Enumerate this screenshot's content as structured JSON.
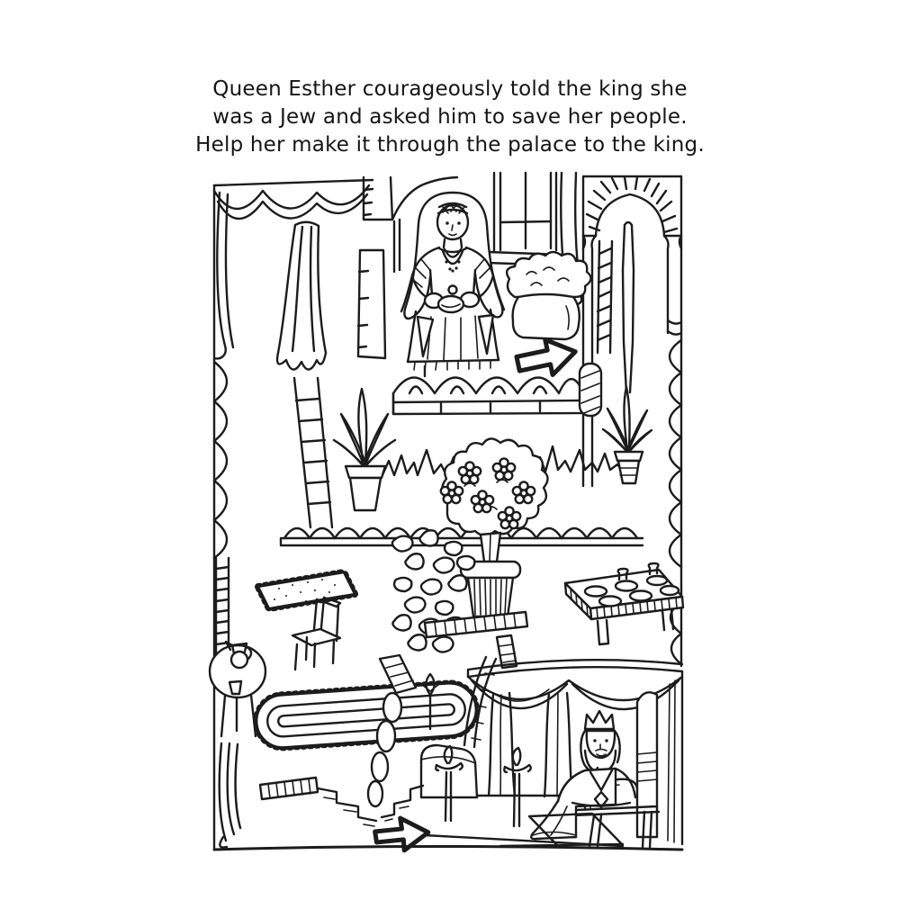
{
  "page": {
    "background": "#ffffff",
    "ink": "#1c1c1c"
  },
  "caption": {
    "lines": [
      "Queen Esther courageously told the king she",
      "was a Jew and asked him to save her people.",
      "Help her make it through the palace to the king."
    ]
  },
  "scene": {
    "start_figure": "Queen Esther standing in the palace window",
    "goal_figure": "King seated on his throne under a canopy",
    "markers": [
      "start arrow",
      "finish arrow"
    ]
  }
}
